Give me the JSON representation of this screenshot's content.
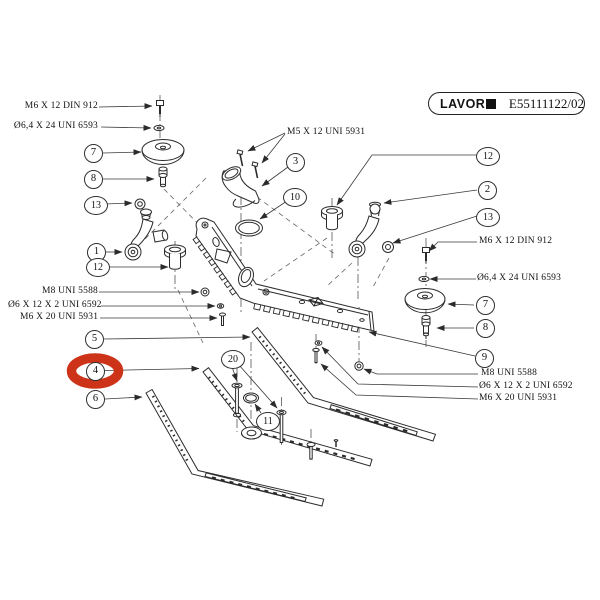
{
  "badge": {
    "brand": "LAVOR",
    "code": "E55111122/02"
  },
  "labels": {
    "m6x12_din912_left": "M6 X 12 DIN 912",
    "d64x24_uni6593_left": "Ø6,4 X 24 UNI 6593",
    "m5x12_uni5931": "M5 X 12 UNI 5931",
    "m8_uni5588_left": "M8 UNI 5588",
    "d6x12x2_uni6592_left": "Ø6 X 12 X 2 UNI 6592",
    "m6x20_uni5931_left": "M6 X 20 UNI 5931",
    "m6x12_din912_right": "M6 X 12 DIN 912",
    "d64x24_uni6593_right": "Ø6,4 X 24 UNI 6593",
    "m8_uni5588_right": "M8 UNI 5588",
    "d6x12x2_uni6592_right": "Ø6 X 12 X 2 UNI 6592",
    "m6x20_uni5931_right": "M6 X 20 UNI 5931"
  },
  "callouts": {
    "c1": "1",
    "c2": "2",
    "c3": "3",
    "c4": "4",
    "c5": "5",
    "c6": "6",
    "c9": "9",
    "c10": "10",
    "c11": "11",
    "c20": "20",
    "c7_left": "7",
    "c7_right": "7",
    "c8_left": "8",
    "c8_right": "8",
    "c12_left": "12",
    "c12_right": "12",
    "c13_left": "13",
    "c13_right": "13"
  },
  "highlight": {
    "highlighted_item": "4",
    "color": "#cc3318"
  },
  "colors": {
    "line": "#2b2b2b",
    "background": "#ffffff"
  }
}
